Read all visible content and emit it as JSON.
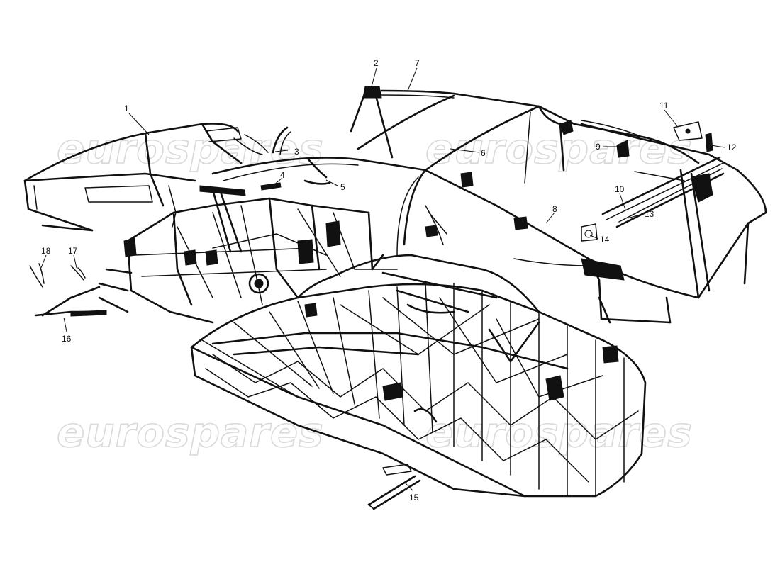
{
  "diagram": {
    "watermarks": [
      "eurospares",
      "eurospares",
      "eurospares",
      "eurospares"
    ],
    "callouts": [
      {
        "id": "1",
        "label": "1"
      },
      {
        "id": "2",
        "label": "2"
      },
      {
        "id": "3",
        "label": "3"
      },
      {
        "id": "4",
        "label": "4"
      },
      {
        "id": "5",
        "label": "5"
      },
      {
        "id": "6",
        "label": "6"
      },
      {
        "id": "7",
        "label": "7"
      },
      {
        "id": "8",
        "label": "8"
      },
      {
        "id": "9",
        "label": "9"
      },
      {
        "id": "10",
        "label": "10"
      },
      {
        "id": "11",
        "label": "11"
      },
      {
        "id": "12",
        "label": "12"
      },
      {
        "id": "13",
        "label": "13"
      },
      {
        "id": "14",
        "label": "14"
      },
      {
        "id": "15",
        "label": "15"
      },
      {
        "id": "16",
        "label": "16"
      },
      {
        "id": "17",
        "label": "17"
      },
      {
        "id": "18",
        "label": "18"
      }
    ],
    "colors": {
      "ink": "#111111",
      "paper": "#ffffff",
      "watermark": "#d9d9d9"
    }
  }
}
